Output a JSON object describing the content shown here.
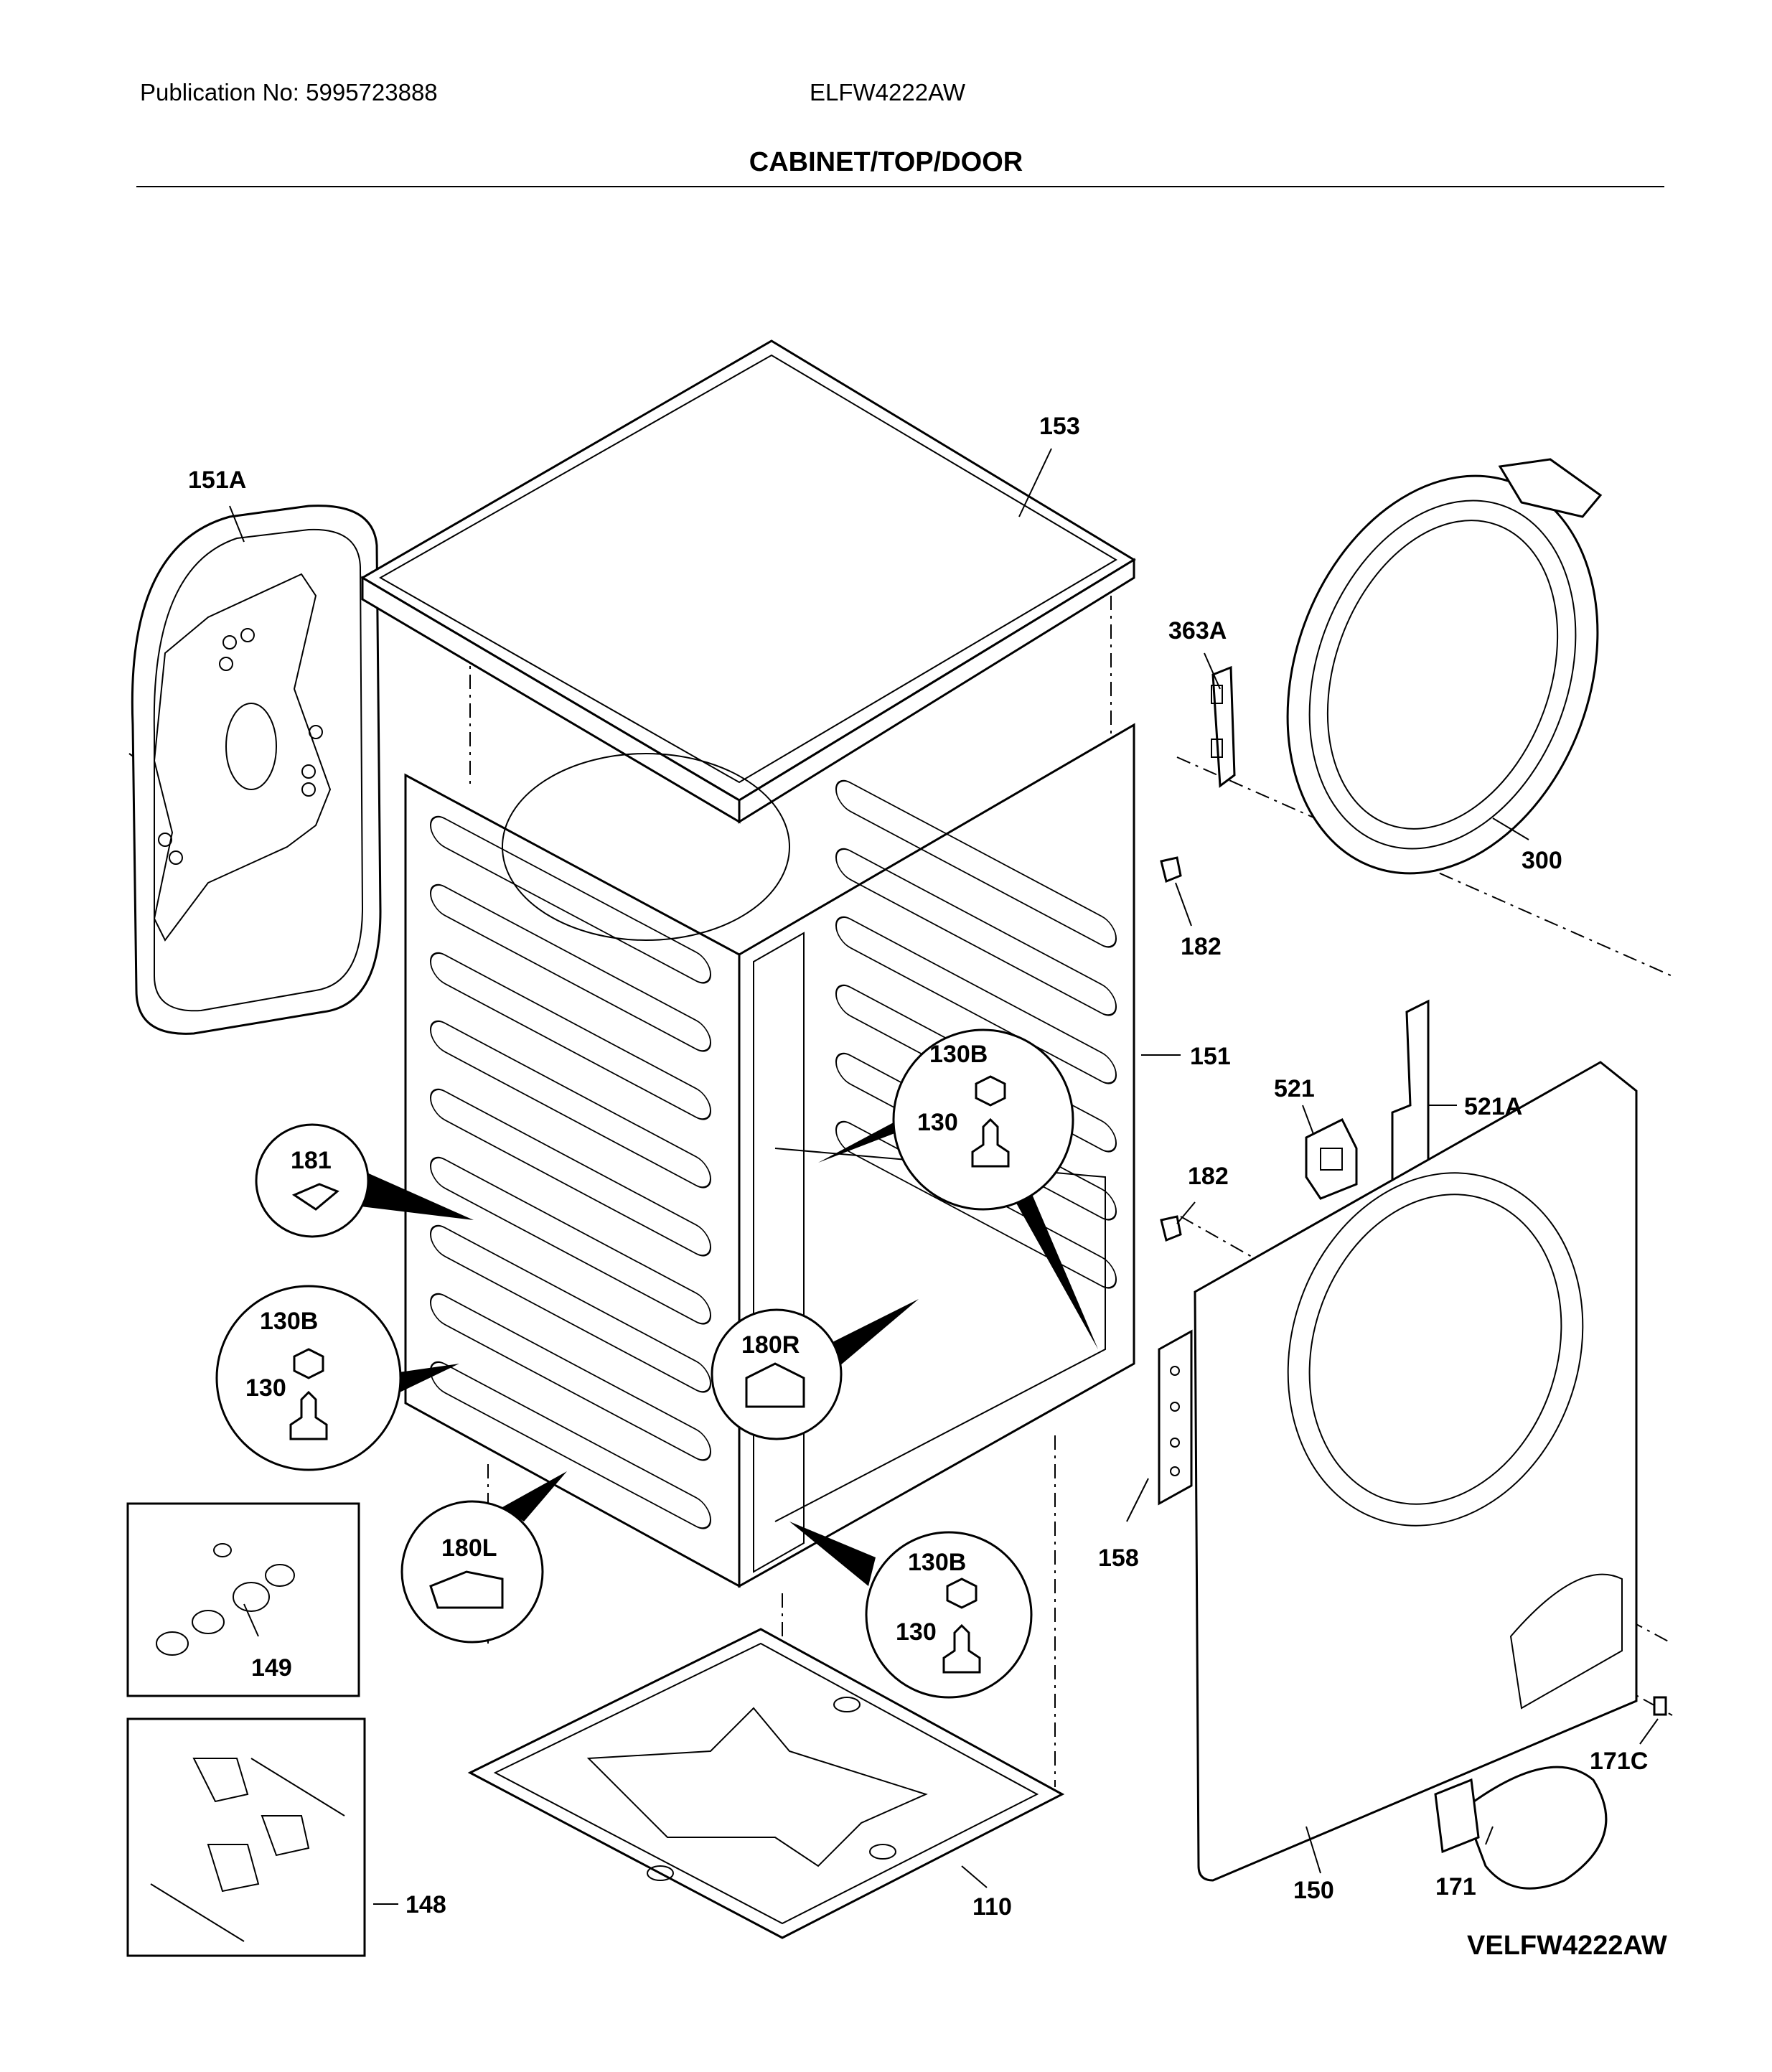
{
  "header": {
    "publication": "Publication No: 5995723888",
    "model": "ELFW4222AW",
    "title": "CABINET/TOP/DOOR"
  },
  "footer": {
    "code": "VELFW4222AW"
  },
  "callouts": {
    "c153": "153",
    "c151A": "151A",
    "c363A": "363A",
    "c300": "300",
    "c182a": "182",
    "c182b": "182",
    "c151": "151",
    "c521": "521",
    "c521A": "521A",
    "c181": "181",
    "c130B_a": "130B",
    "c130_a": "130",
    "c130B_b": "130B",
    "c130_b": "130",
    "c180R": "180R",
    "c180L": "180L",
    "c130B_c": "130B",
    "c130_c": "130",
    "c149": "149",
    "c148": "148",
    "c110": "110",
    "c158": "158",
    "c150": "150",
    "c171C": "171C",
    "c171": "171"
  }
}
